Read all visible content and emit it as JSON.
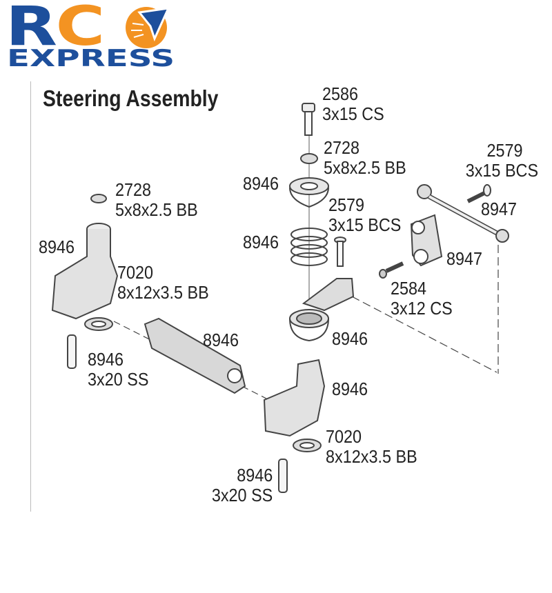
{
  "logo": {
    "top": "RCO",
    "bottom": "EXPRESS",
    "colors": {
      "blue": "#1d4f9c",
      "orange": "#f39322"
    }
  },
  "title": "Steering Assembly",
  "labels": {
    "screw_top": {
      "part": "2586",
      "spec": "3x15 CS"
    },
    "bearing_top": {
      "part": "2728",
      "spec": "5x8x2.5 BB"
    },
    "cap_top": {
      "part": "8946"
    },
    "screw_bcs_mid": {
      "part": "2579",
      "spec": "3x15 BCS"
    },
    "spring": {
      "part": "8946"
    },
    "screw_bcs_right": {
      "part": "2579",
      "spec": "3x15 BCS"
    },
    "link_right": {
      "part": "8947"
    },
    "servo_saver": {
      "part": "8947"
    },
    "screw_cs_right": {
      "part": "2584",
      "spec": "3x12 CS"
    },
    "bearing_left": {
      "part": "2728",
      "spec": "5x8x2.5 BB"
    },
    "bellcrank_left": {
      "part": "8946"
    },
    "bearing_left_lower": {
      "part": "7020",
      "spec": "8x12x3.5 BB"
    },
    "draglink": {
      "part": "8946"
    },
    "collar": {
      "part": "8946"
    },
    "post_left": {
      "part": "8946",
      "spec": "3x20 SS"
    },
    "bellcrank_right": {
      "part": "8946"
    },
    "bearing_right_lower": {
      "part": "7020",
      "spec": "8x12x3.5 BB"
    },
    "post_right": {
      "part": "8946",
      "spec": "3x20 SS"
    }
  }
}
